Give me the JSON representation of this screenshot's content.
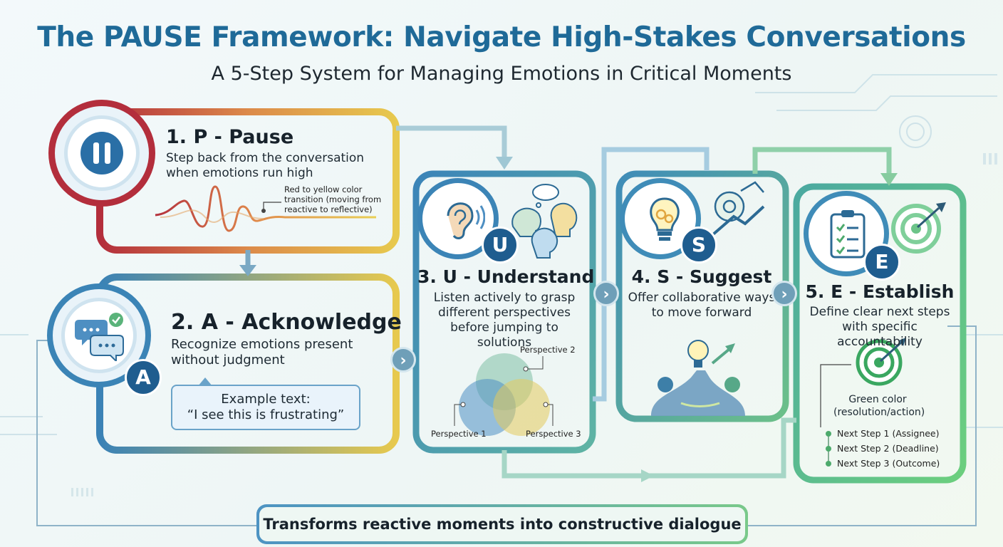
{
  "header": {
    "title": "The PAUSE Framework: Navigate High-Stakes Conversations",
    "subtitle": "A 5-Step System for Managing Emotions in Critical Moments"
  },
  "steps": [
    {
      "heading": "1. P - Pause",
      "description": "Step back from the conversation when emotions run high",
      "note": "Red to yellow color transition (moving from reactive to reflective)",
      "icon": "pause-icon"
    },
    {
      "heading": "2. A - Acknowledge",
      "badge": "A",
      "description": "Recognize emotions present without judgment",
      "example_label": "Example text:",
      "example_quote": "“I see this is frustrating”",
      "icon": "chat-bubbles-icon"
    },
    {
      "heading": "3. U - Understand",
      "badge": "U",
      "description": "Listen actively to grasp different perspectives before jumping to solutions",
      "perspectives": [
        "Perspective 1",
        "Perspective 2",
        "Perspective 3"
      ],
      "icon": "ear-icon"
    },
    {
      "heading": "4. S - Suggest",
      "badge": "S",
      "description": "Offer collaborative ways to move forward",
      "icon": "lightbulb-icon"
    },
    {
      "heading": "5. E - Establish",
      "badge": "E",
      "description": "Define clear next steps with specific accountability",
      "note": "Green color (resolution/action)",
      "next_steps": [
        "Next Step 1 (Assignee)",
        "Next Step 2 (Deadline)",
        "Next Step 3 (Outcome)"
      ],
      "icon": "clipboard-icon"
    }
  ],
  "footer": {
    "tagline": "Transforms reactive moments into constructive dialogue"
  },
  "colors": {
    "title": "#1f6a98",
    "red": "#b8343e",
    "yellow": "#e6c24a",
    "blue": "#3f86b5",
    "teal": "#4aa98f",
    "green": "#5cbf7a"
  }
}
